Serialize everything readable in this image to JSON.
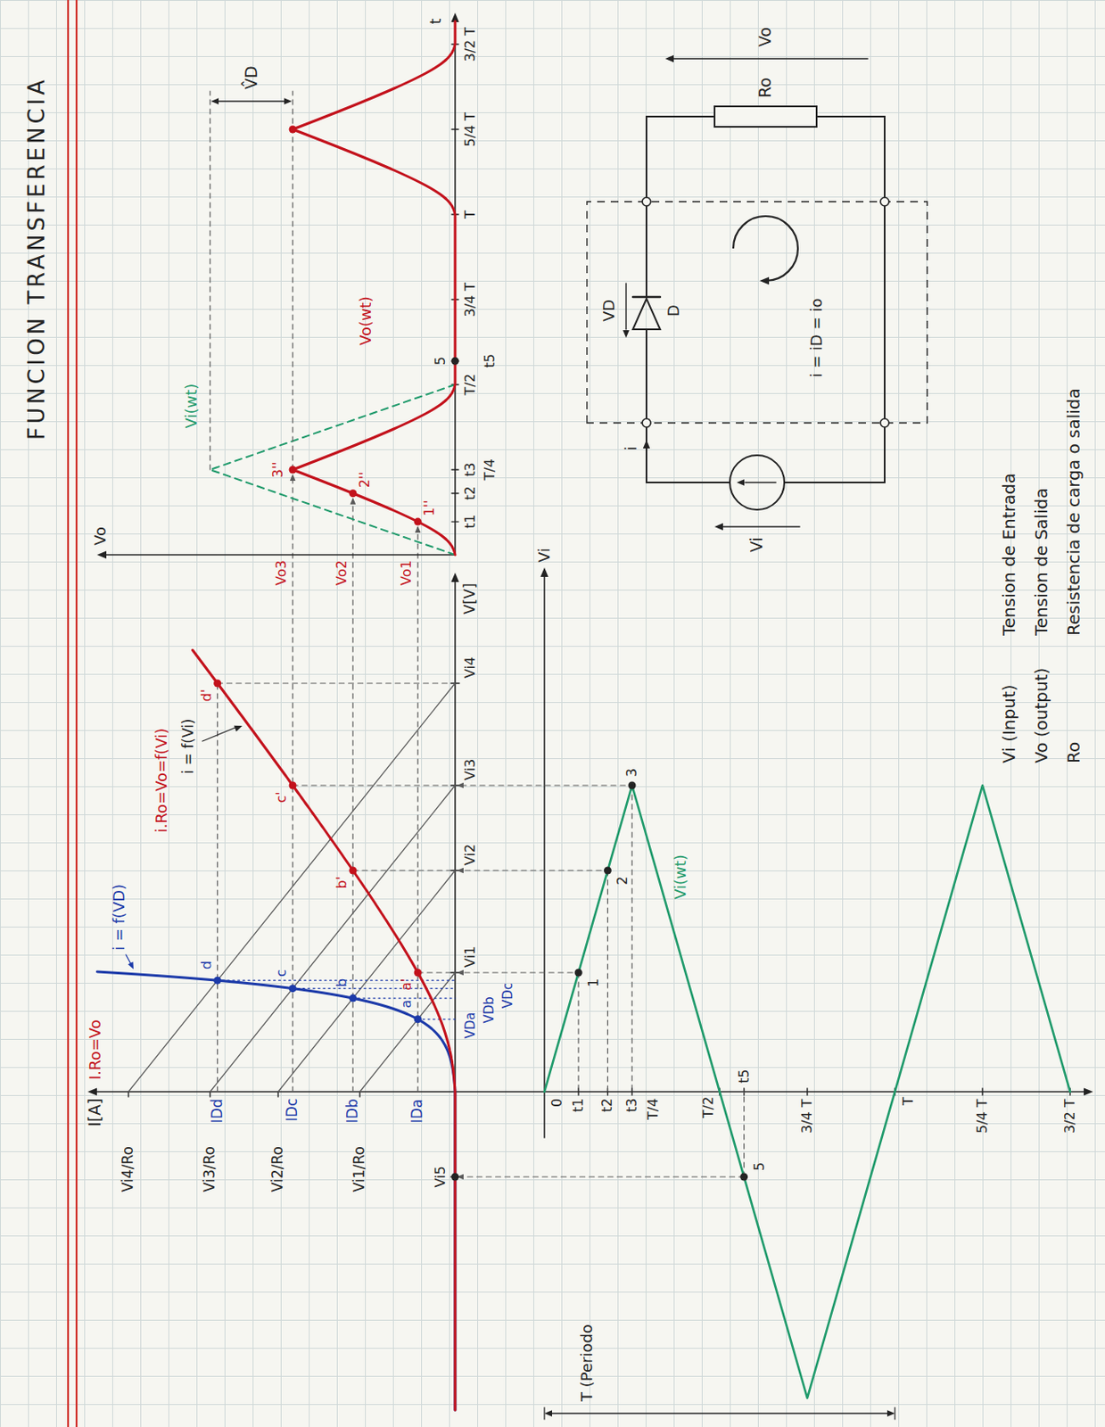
{
  "diagram": {
    "title": "FUNCION TRANSFERENCIA",
    "labels": [
      "I[A]",
      "I.Ro=Vo",
      "i = f(VD)",
      "i.Ro=Vo=f(Vi)",
      "i = f(Vi)",
      "Vi4/Ro",
      "IDd",
      "Vi3/Ro",
      "IDc",
      "Vi2/Ro",
      "IDb",
      "Vi1/Ro",
      "IDa",
      "a",
      "b",
      "c",
      "d",
      "a'",
      "b'",
      "c'",
      "d'",
      "VDa",
      "VDb",
      "VDc",
      "Vi1",
      "Vi2",
      "Vi3",
      "Vi4",
      "V[V]",
      "Vi5",
      "Vi",
      "0",
      "t1",
      "t2",
      "t3",
      "T/4",
      "T/2",
      "t5",
      "3/4 T",
      "T",
      "5/4 T",
      "3/2 T",
      "1",
      "2",
      "3",
      "5",
      "Vi(wt)",
      "T (Periodo",
      "Vo",
      "Vo3",
      "Vo2",
      "Vo1",
      "1''",
      "2''",
      "3''",
      "t1",
      "t2",
      "t3",
      "T/4",
      "T/2",
      "t5",
      "5",
      "3/4 T",
      "T",
      "5/4 T",
      "3/2 T",
      "t",
      "Vo(wt)",
      "Vi(wt)",
      "V̂D",
      "Vi",
      "i",
      "VD",
      "D",
      "i = iD = io",
      "Ro",
      "Vo",
      "Vi (Input)",
      "Tension de Entrada",
      "Vo (output)",
      "Tension de Salida",
      "Ro",
      "Resistencia de carga o salida"
    ]
  }
}
